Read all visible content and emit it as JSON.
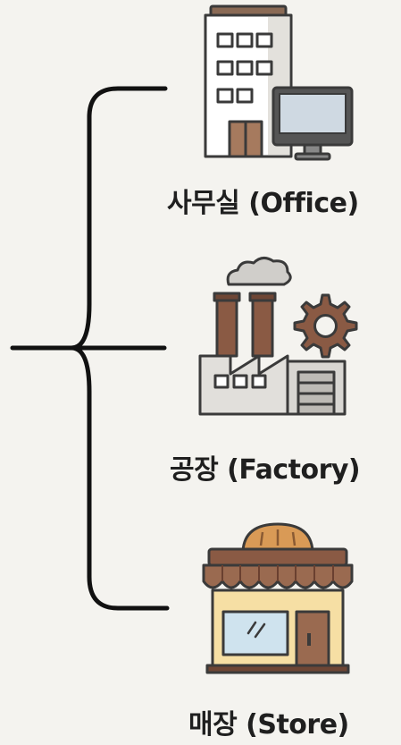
{
  "branches": [
    {
      "id": "office",
      "label": "사무실 (Office)",
      "icon": "office-building-with-monitor-icon"
    },
    {
      "id": "factory",
      "label": "공장 (Factory)",
      "icon": "factory-with-gear-icon"
    },
    {
      "id": "store",
      "label": "매장 (Store)",
      "icon": "bakery-store-icon"
    }
  ],
  "colors": {
    "background": "#f4f3ef",
    "line": "#111111",
    "roof_brown": "#8a5a44",
    "awning_brown": "#9a6a50",
    "storefront_cream": "#f6dfa4",
    "bread": "#d99a56",
    "building_white": "#ffffff",
    "building_gray": "#d8d6d2",
    "window_glass": "#cfd9e2"
  }
}
